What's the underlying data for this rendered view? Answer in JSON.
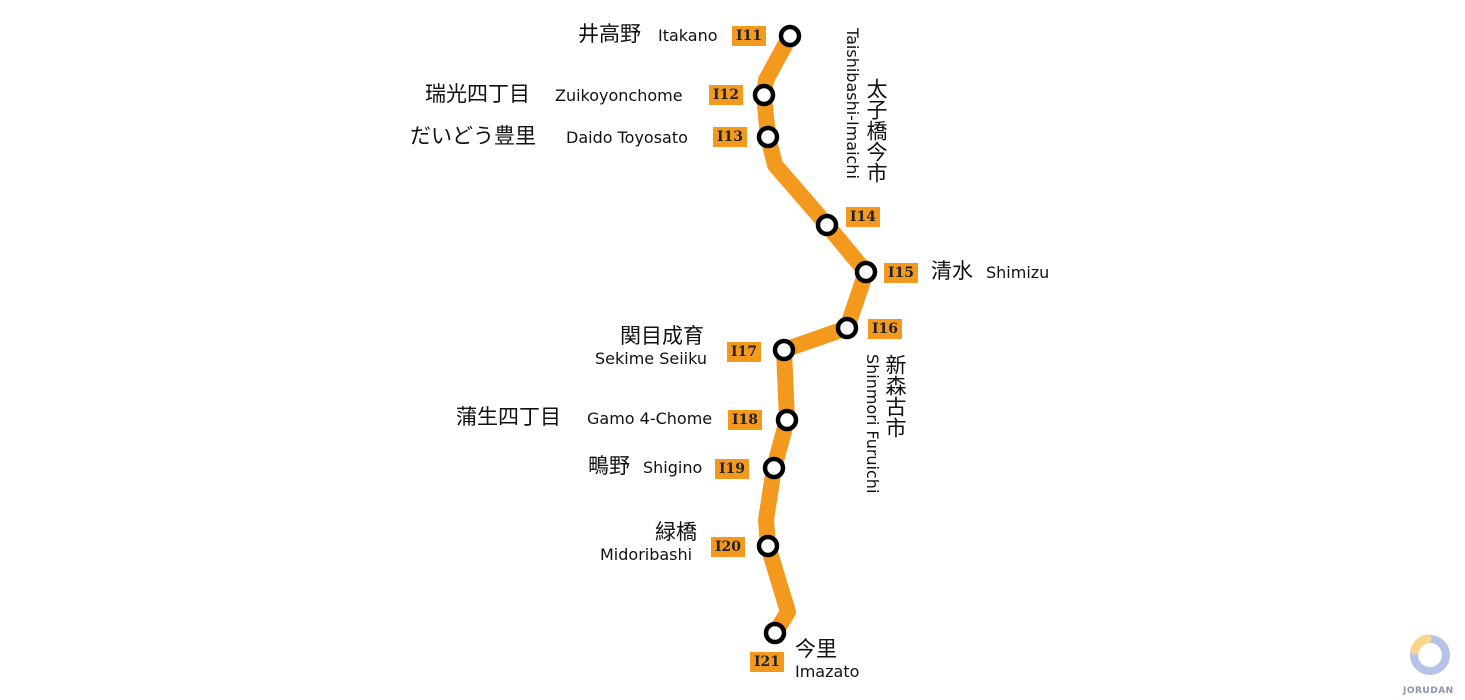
{
  "line": {
    "color": "#f39a1e",
    "stations": [
      {
        "code": "I11",
        "ja": "井高野",
        "en": "Itakano"
      },
      {
        "code": "I12",
        "ja": "瑞光四丁目",
        "en": "Zuikoyonchome"
      },
      {
        "code": "I13",
        "ja": "だいどう豊里",
        "en": "Daido Toyosato"
      },
      {
        "code": "I14",
        "ja": "太子橋今市",
        "en": "Taishibashi-Imaichi"
      },
      {
        "code": "I15",
        "ja": "清水",
        "en": "Shimizu"
      },
      {
        "code": "I16",
        "ja": "新森古市",
        "en": "Shinmori Furuichi"
      },
      {
        "code": "I17",
        "ja": "関目成育",
        "en": "Sekime Seiiku"
      },
      {
        "code": "I18",
        "ja": "蒲生四丁目",
        "en": "Gamo 4-Chome"
      },
      {
        "code": "I19",
        "ja": "鴫野",
        "en": "Shigino"
      },
      {
        "code": "I20",
        "ja": "緑橋",
        "en": "Midoribashi"
      },
      {
        "code": "I21",
        "ja": "今里",
        "en": "Imazato"
      }
    ]
  },
  "logo": {
    "text": "JORUDAN"
  }
}
